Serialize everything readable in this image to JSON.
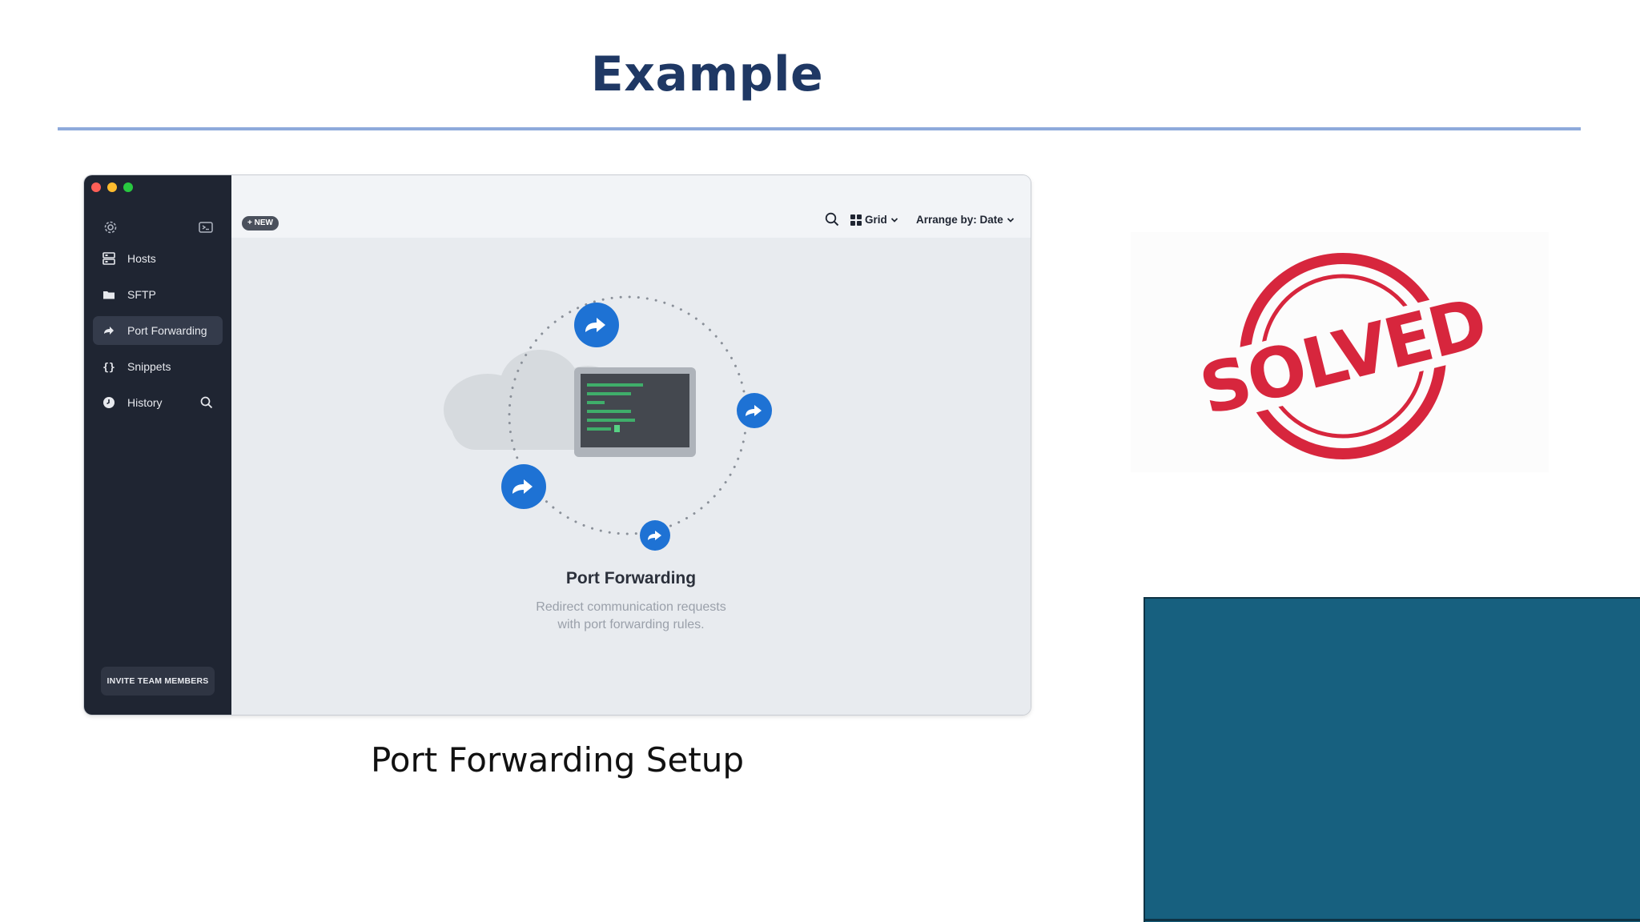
{
  "slide": {
    "title": "Example",
    "caption": "Port Forwarding Setup"
  },
  "app": {
    "sidebar": {
      "items": [
        {
          "label": "Hosts",
          "icon": "hosts-icon",
          "active": false
        },
        {
          "label": "SFTP",
          "icon": "folder-icon",
          "active": false
        },
        {
          "label": "Port Forwarding",
          "icon": "forward-arrow-icon",
          "active": true
        },
        {
          "label": "Snippets",
          "icon": "braces-icon",
          "active": false
        },
        {
          "label": "History",
          "icon": "clock-icon",
          "active": false
        }
      ],
      "invite_label": "INVITE TEAM MEMBERS"
    },
    "toolbar": {
      "new_label": "+ NEW",
      "view_label": "Grid",
      "arrange_label": "Arrange by: Date"
    },
    "empty_state": {
      "title": "Port Forwarding",
      "description_line1": "Redirect communication requests",
      "description_line2": "with port forwarding rules."
    }
  },
  "stamp": {
    "text": "SOLVED",
    "color": "#d7263d"
  },
  "colors": {
    "title": "#1f3864",
    "rule": "#8eaadb",
    "sidebar": "#1f2532",
    "accent_blue": "#1f6fd6",
    "panel": "#17607f"
  }
}
